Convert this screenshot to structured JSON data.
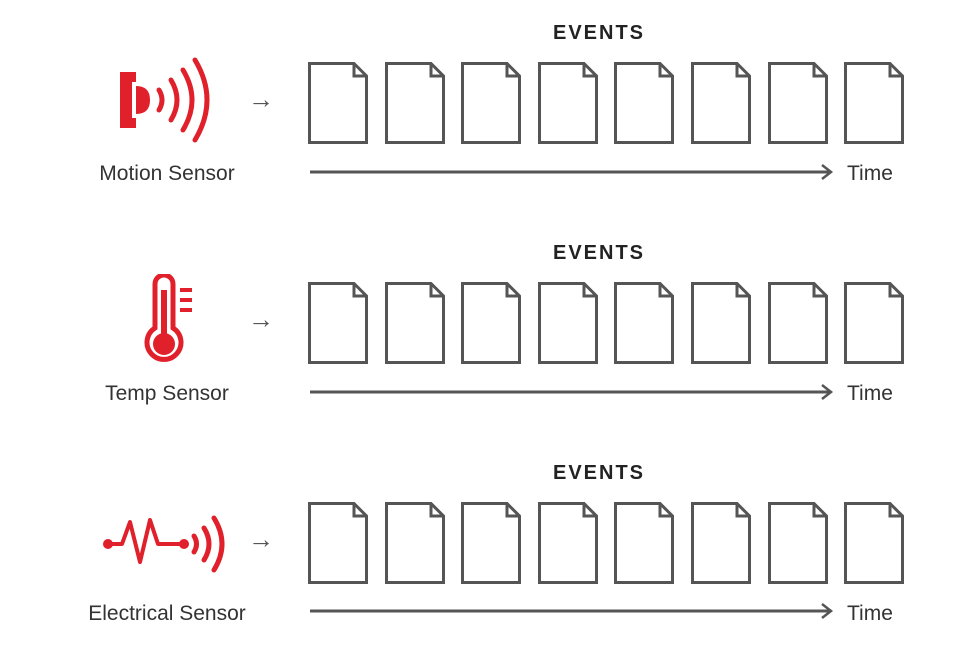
{
  "colors": {
    "accent": "#e0202a",
    "stroke": "#555555",
    "text": "#333333"
  },
  "rows": [
    {
      "events_title": "EVENTS",
      "sensor_label": "Motion Sensor",
      "sensor_icon": "motion-sensor-icon",
      "time_label": "Time",
      "event_count": 8
    },
    {
      "events_title": "EVENTS",
      "sensor_label": "Temp Sensor",
      "sensor_icon": "thermometer-icon",
      "time_label": "Time",
      "event_count": 8
    },
    {
      "events_title": "EVENTS",
      "sensor_label": "Electrical Sensor",
      "sensor_icon": "electrical-pulse-icon",
      "time_label": "Time",
      "event_count": 8
    }
  ],
  "arrow_glyph": "→"
}
